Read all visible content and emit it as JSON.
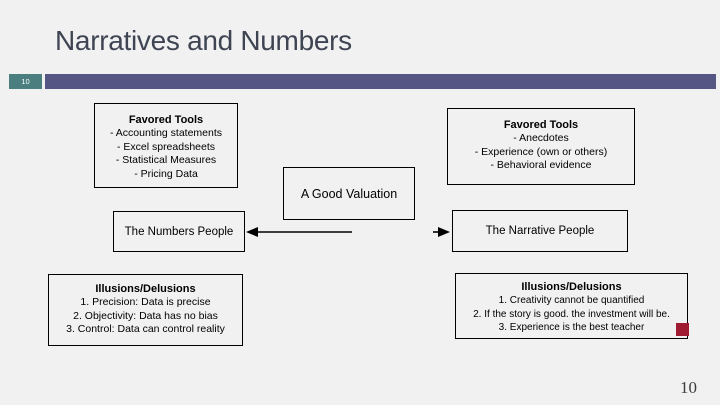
{
  "slide": {
    "title": "Narratives and Numbers",
    "badge_number": "10",
    "page_number": "10"
  },
  "colors": {
    "accent_teal": "#4B7E7F",
    "accent_purple": "#565685",
    "accent_red": "#9E1B32",
    "title_text": "#3E4452"
  },
  "diagram": {
    "center": {
      "label": "A Good Valuation"
    },
    "numbers_side": {
      "favored_tools": {
        "title": "Favored Tools",
        "items": [
          "- Accounting statements",
          "- Excel spreadsheets",
          "- Statistical Measures",
          "- Pricing Data"
        ]
      },
      "people": "The Numbers People",
      "illusions": {
        "title": "Illusions/Delusions",
        "items": [
          "1. Precision: Data is precise",
          "2. Objectivity: Data has no bias",
          "3. Control: Data can control reality"
        ]
      }
    },
    "narrative_side": {
      "favored_tools": {
        "title": "Favored Tools",
        "items": [
          "- Anecdotes",
          "- Experience (own or others)",
          "- Behavioral evidence"
        ]
      },
      "people": "The Narrative People",
      "illusions": {
        "title": "Illusions/Delusions",
        "items": [
          "1. Creativity cannot be quantified",
          "2. If the story is good. the investment will be.",
          "3. Experience is the best teacher"
        ]
      }
    }
  }
}
